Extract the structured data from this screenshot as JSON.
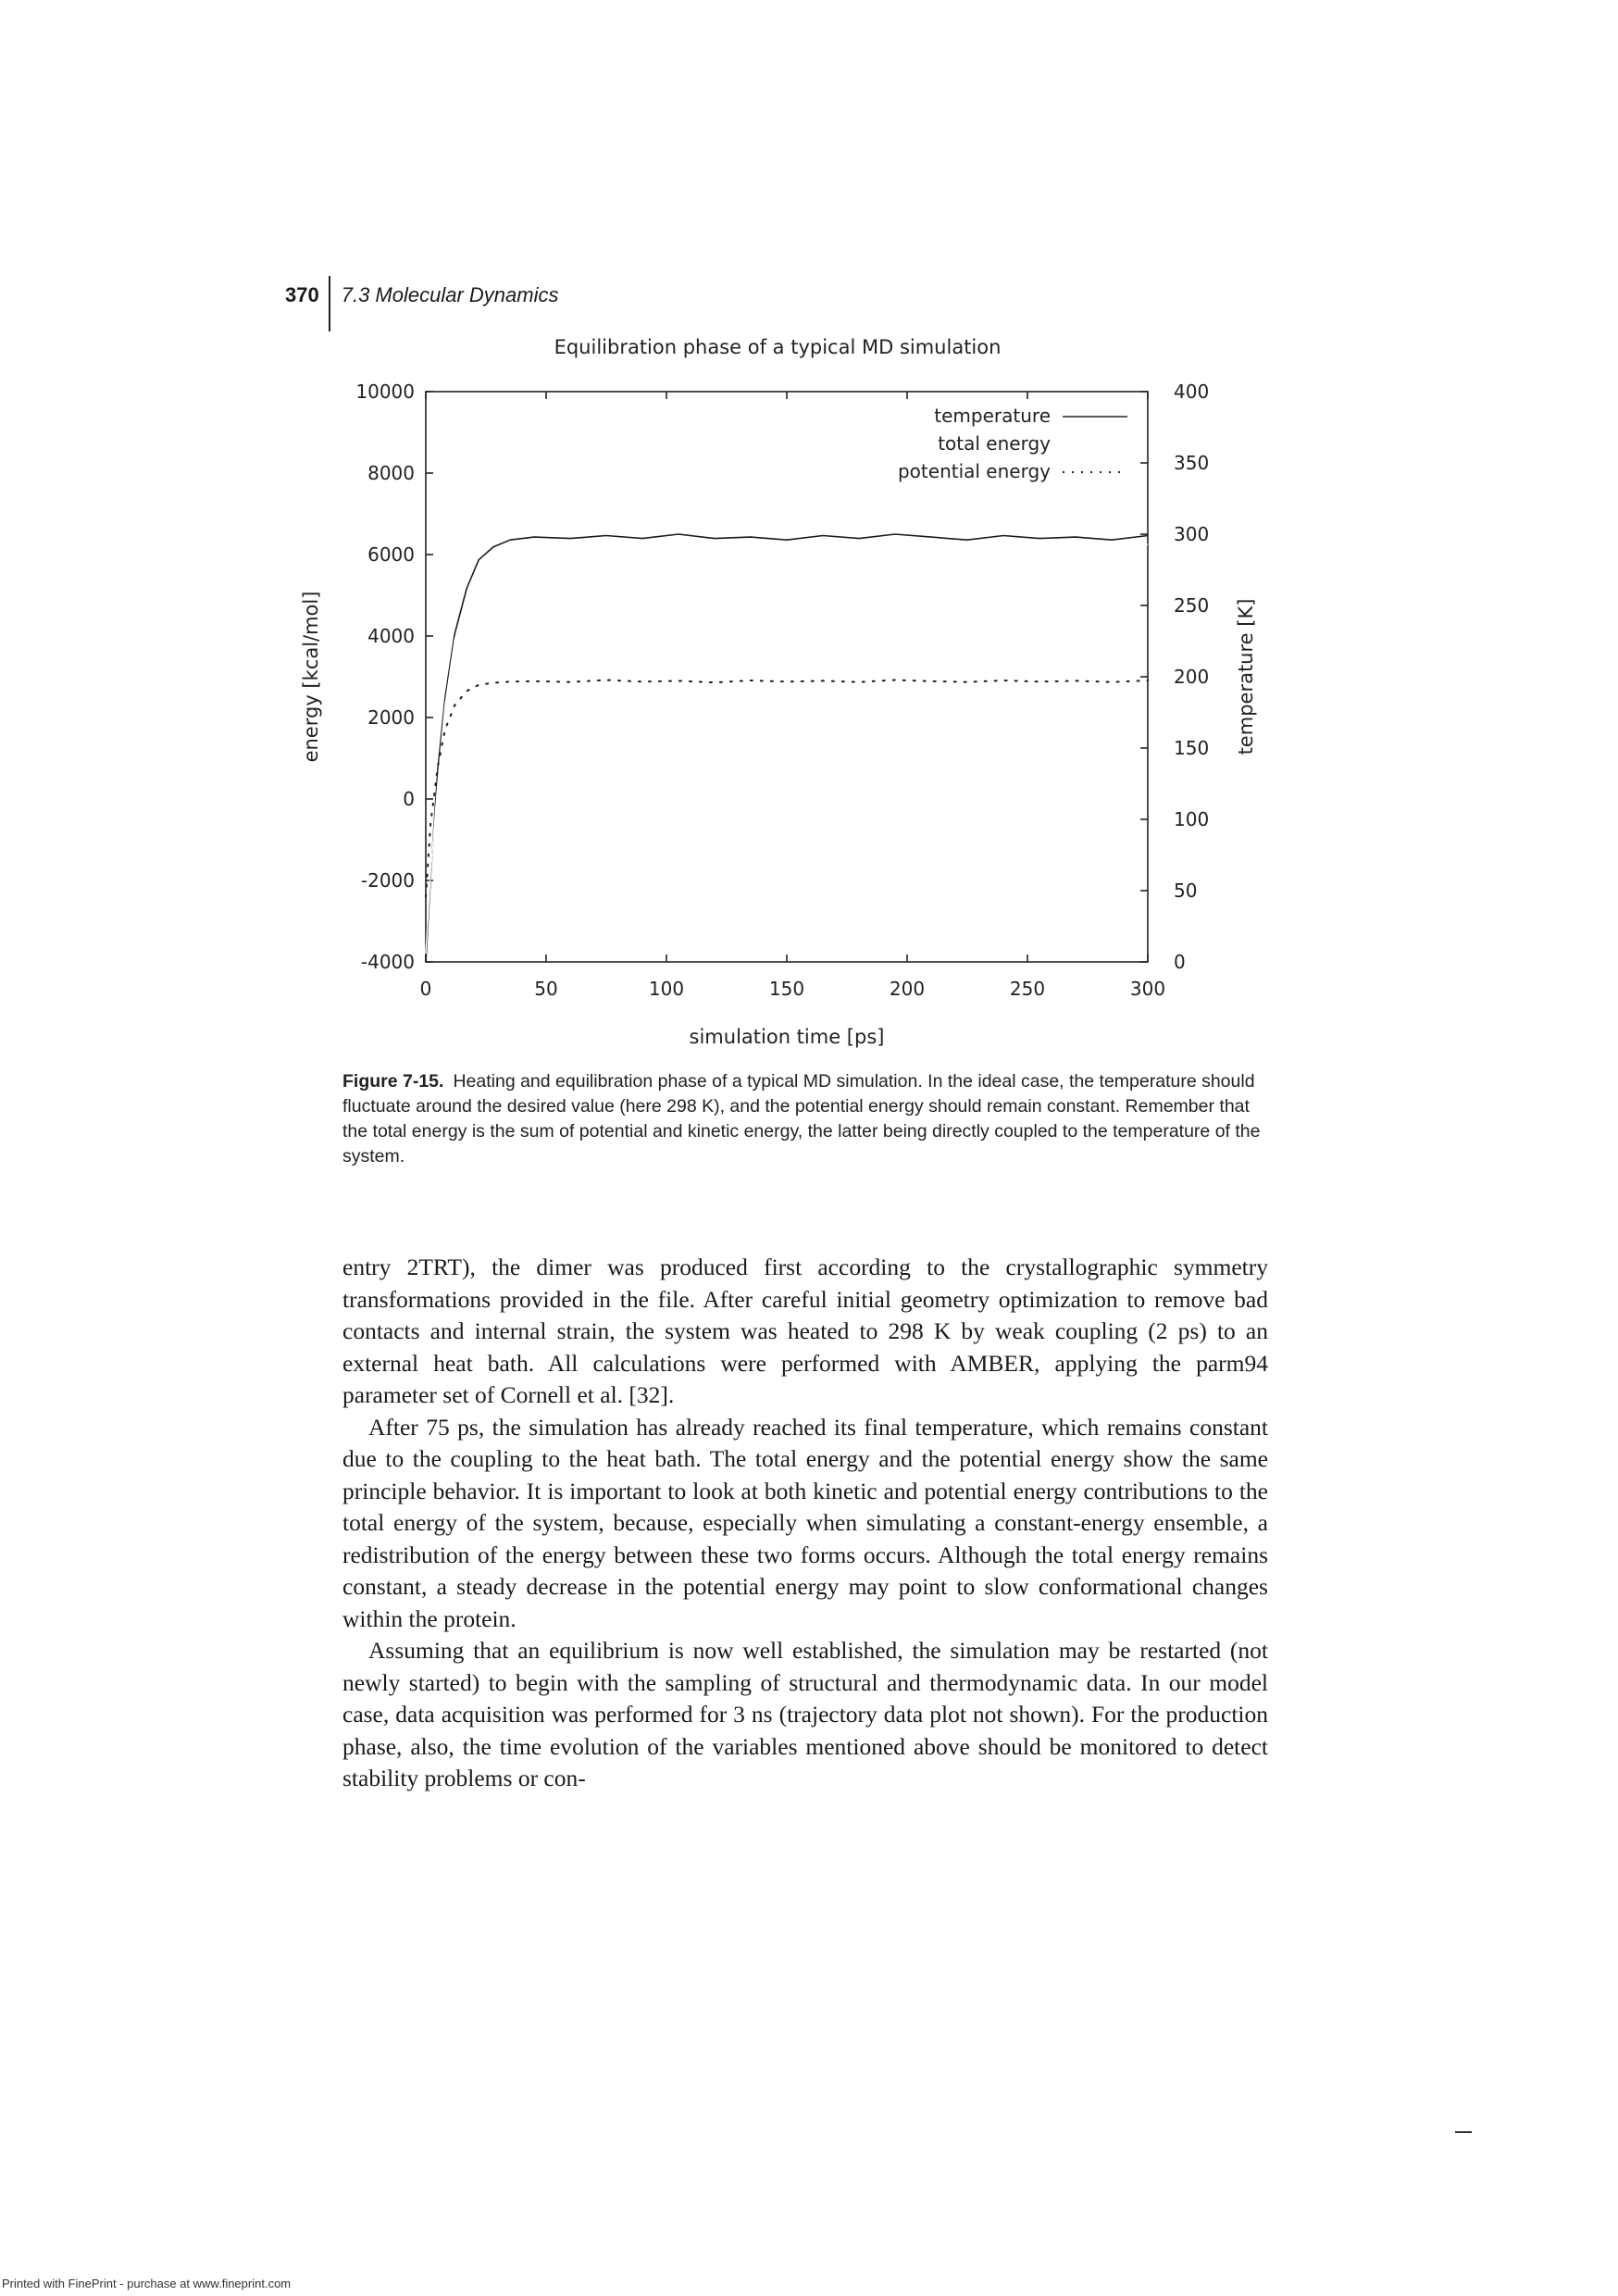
{
  "header": {
    "page_number": "370",
    "running_head": "7.3 Molecular Dynamics"
  },
  "chart_data": {
    "type": "line",
    "title": "Equilibration phase of a typical MD simulation",
    "xlabel": "simulation time [ps]",
    "ylabel": "energy [kcal/mol]",
    "y2label": "temperature [K]",
    "xlim": [
      0,
      300
    ],
    "ylim": [
      -4000,
      10000
    ],
    "y2lim": [
      0,
      400
    ],
    "xticks": [
      "0",
      "50",
      "100",
      "150",
      "200",
      "250",
      "300"
    ],
    "yticks": [
      "10000",
      "8000",
      "6000",
      "4000",
      "2000",
      "0",
      "-2000",
      "-4000"
    ],
    "y2ticks": [
      "400",
      "350",
      "300",
      "250",
      "200",
      "150",
      "100",
      "50",
      "0"
    ],
    "grid": false,
    "legend_position": "top-right",
    "series": [
      {
        "name": "temperature",
        "style": "solid",
        "axis": "right",
        "x": [
          0,
          2,
          5,
          8,
          12,
          17,
          22,
          28,
          35,
          45,
          60,
          75,
          90,
          105,
          120,
          135,
          150,
          165,
          180,
          195,
          210,
          225,
          240,
          255,
          270,
          285,
          300
        ],
        "y": [
          0,
          60,
          135,
          185,
          230,
          262,
          282,
          291,
          296,
          298,
          297,
          299,
          297,
          300,
          297,
          298,
          296,
          299,
          297,
          300,
          298,
          296,
          299,
          297,
          298,
          296,
          299
        ]
      },
      {
        "name": "total energy",
        "style": "dashed",
        "axis": "left",
        "x": [
          0,
          2,
          5,
          8,
          12,
          17,
          22,
          28,
          35,
          45,
          60,
          75,
          90,
          105,
          120,
          135,
          150,
          165,
          180,
          195,
          210,
          225,
          240,
          255,
          270,
          285,
          300
        ],
        "y": [
          -3800,
          -1800,
          400,
          2300,
          3900,
          5000,
          5700,
          6000,
          6150,
          6200,
          6150,
          6250,
          6150,
          6300,
          6150,
          6200,
          6100,
          6250,
          6150,
          6300,
          6200,
          6100,
          6250,
          6150,
          6200,
          6100,
          6250
        ]
      },
      {
        "name": "potential energy",
        "style": "dotted",
        "axis": "left",
        "x": [
          0,
          2,
          5,
          8,
          12,
          17,
          22,
          28,
          35,
          45,
          60,
          75,
          90,
          105,
          120,
          135,
          150,
          165,
          180,
          195,
          210,
          225,
          240,
          255,
          270,
          285,
          300
        ],
        "y": [
          -2400,
          -600,
          800,
          1700,
          2300,
          2650,
          2800,
          2850,
          2880,
          2890,
          2870,
          2920,
          2880,
          2900,
          2860,
          2910,
          2880,
          2900,
          2870,
          2920,
          2890,
          2870,
          2910,
          2880,
          2900,
          2870,
          2910
        ]
      }
    ]
  },
  "caption": {
    "label": "Figure 7-15.",
    "text": "Heating and equilibration phase of a typical MD simulation. In the ideal case, the temperature should fluctuate around the desired value (here 298 K), and the potential energy should remain constant. Remember that the total energy is the sum of potential and kinetic energy, the latter being directly coupled to the temperature of the system."
  },
  "body": {
    "paragraphs": [
      "entry 2TRT), the dimer was produced first according to the crystallographic symmetry transformations provided in the file. After careful initial geometry optimization to remove bad contacts and internal strain, the system was heated to 298 K by weak coupling (2 ps) to an external heat bath. All calculations were performed with AMBER, applying the parm94 parameter set of Cornell et al. [32].",
      "After 75 ps, the simulation has already reached its final temperature, which remains constant due to the coupling to the heat bath. The total energy and the potential energy show the same principle behavior. It is important to look at both kinetic and potential energy contributions to the total energy of the system, because, especially when simulating a constant-energy ensemble, a redistribution of the energy between these two forms occurs. Although the total energy remains constant, a steady decrease in the potential energy may point to slow conformational changes within the protein.",
      "Assuming that an equilibrium is now well established, the simulation may be restarted (not newly started) to begin with the sampling of structural and thermodynamic data. In our model case, data acquisition was performed for 3 ns (trajectory data plot not shown). For the production phase, also, the time evolution of the variables mentioned above should be monitored to detect stability problems or con-"
    ]
  },
  "footer": {
    "note": "Printed with FinePrint - purchase at www.fineprint.com"
  }
}
